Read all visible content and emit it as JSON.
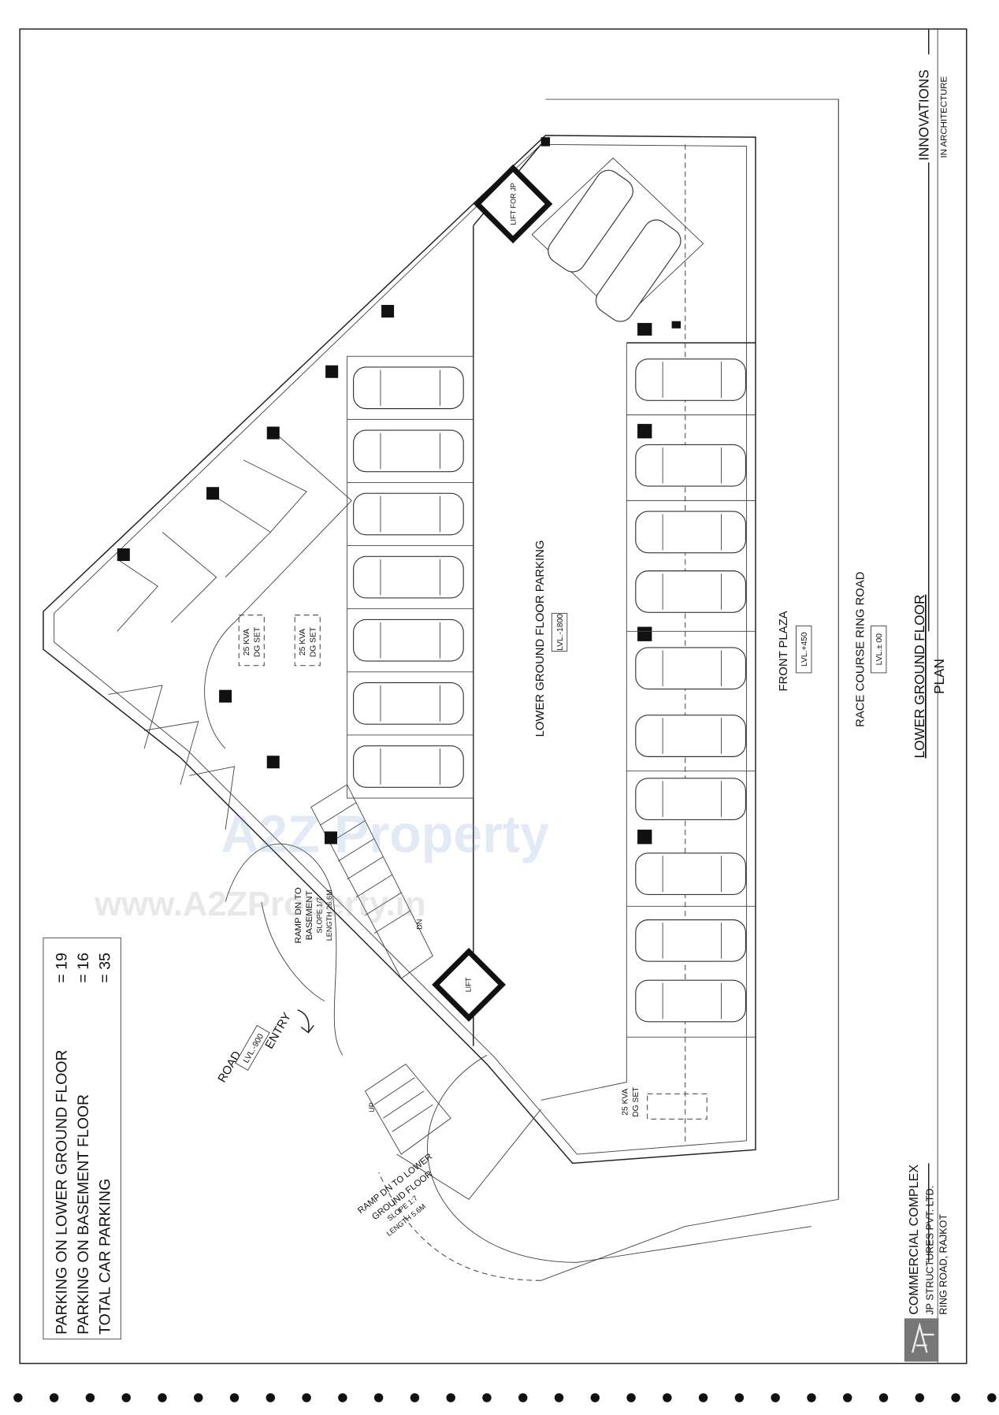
{
  "title_block": {
    "firm": "INNOVATIONS",
    "firm_tagline": "IN ARCHITECTURE",
    "drawing_title": "LOWER GROUND FLOOR",
    "drawing_subtitle": "PLAN",
    "project": "COMMERCIAL COMPLEX",
    "client": "JP STRUCTURES PVT. LTD.",
    "location": "RING ROAD, RAJKOT"
  },
  "parking_summary": [
    {
      "label": "PARKING ON LOWER GROUND FLOOR",
      "value": "= 19"
    },
    {
      "label": "PARKING ON BASEMENT FLOOR",
      "value": "= 16"
    },
    {
      "label": "TOTAL CAR PARKING",
      "value": "= 35"
    }
  ],
  "plan_labels": {
    "main_area": "LOWER GROUND FLOOR PARKING",
    "main_level": "LVL.-1800",
    "front_plaza": "FRONT PLAZA",
    "front_plaza_level": "LVL.+450",
    "road_name": "RACE COURSE RING ROAD",
    "road_level": "LVL.± 00",
    "road": "ROAD",
    "road_side_level": "LVL.-900",
    "entry": "ENTRY",
    "lift": "LIFT",
    "lift_jp": "LIFT FOR JP",
    "dg_set_kva": "25 KVA",
    "dg_set": "DG SET",
    "stair_dn": "DN",
    "stair_up": "UP",
    "ramp_basement": [
      "RAMP DN TO",
      "BASEMENT",
      "SLOPE 1/7",
      "LENGTH 26.6M"
    ],
    "ramp_lower": [
      "RAMP DN TO LOWER",
      "GROUND FLOOR",
      "SLOPE 1:7",
      "LENGTH 5.6M"
    ]
  },
  "watermark": {
    "brand": "A2Z Property",
    "url": "www.A2ZProperty.in"
  }
}
